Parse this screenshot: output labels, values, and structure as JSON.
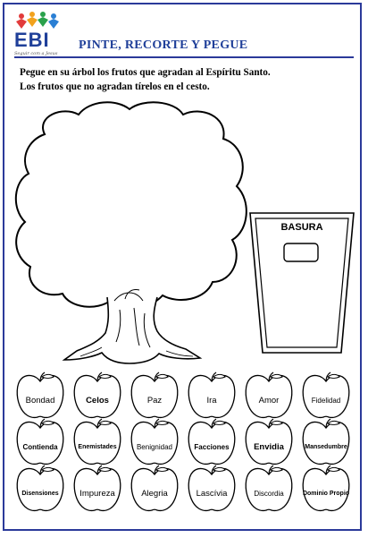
{
  "header": {
    "logo_text": "EBI",
    "logo_tagline": "Seguir com a Jesus",
    "title": "PINTE, RECORTE Y PEGUE"
  },
  "instructions": {
    "line1": "Pegue en su árbol los frutos que agradan al Espíritu Santo.",
    "line2": "Los frutos que no agradan tírelos en el cesto."
  },
  "bin": {
    "label": "BASURA"
  },
  "fruits": [
    "Bondad",
    "Celos",
    "Paz",
    "Ira",
    "Amor",
    "Fidelidad",
    "Contienda",
    "Enemistades",
    "Benignidad",
    "Facciones",
    "Envidia",
    "Mansedumbre",
    "Disensiones",
    "Impureza",
    "Alegria",
    "Lascívia",
    "Discordia",
    "Dominio Propio"
  ],
  "colors": {
    "accent": "#1f3f99",
    "frame": "#2b3a9a"
  }
}
